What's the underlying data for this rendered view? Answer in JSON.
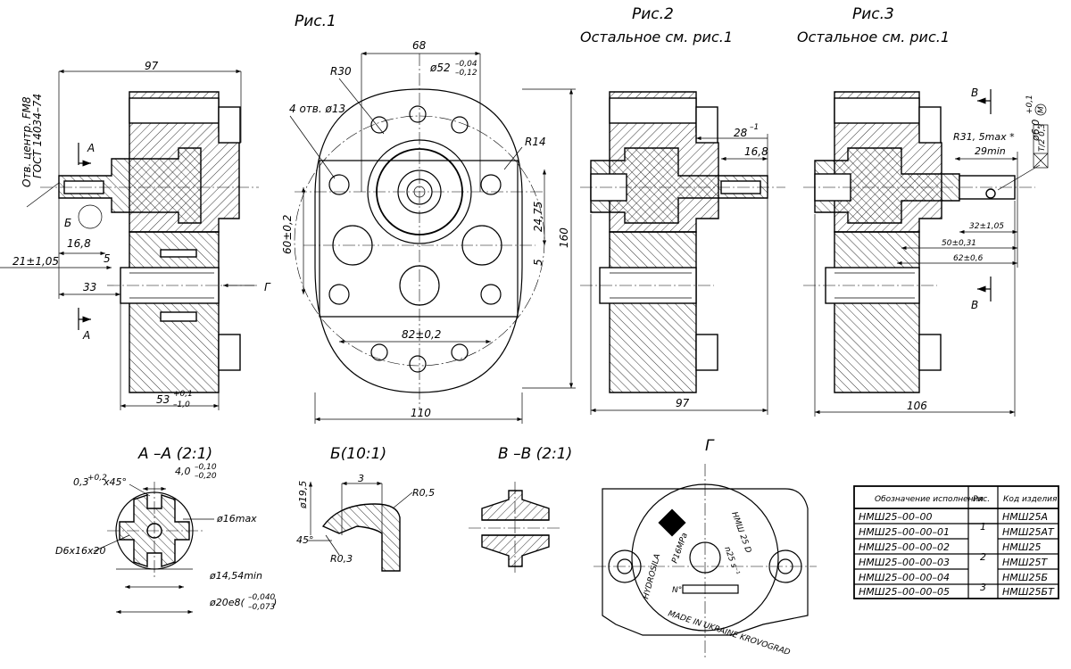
{
  "views": {
    "fig1": "Рис.1",
    "fig2": "Рис.2",
    "fig2_note": "Остальное см. рис.1",
    "fig3": "Рис.3",
    "fig3_note": "Остальное см. рис.1",
    "section_aa": "А –А (2:1)",
    "detail_b": "Б(10:1)",
    "section_vv": "В –В (2:1)",
    "view_g": "Г"
  },
  "left_view": {
    "width_97": "97",
    "note_line1": "Отв. центр. FМ8",
    "note_line2": "ГОСТ 14034–74",
    "mark_a_top": "А",
    "mark_a_bottom": "А",
    "mark_b": "Б",
    "d_16_8": "16,8",
    "d_21": "21±1,05",
    "d_5": "5",
    "d_33": "33",
    "arrow_g": "Г",
    "d_53": "53",
    "d_53_tol_up": "+0,1",
    "d_53_tol_low": "–1,0"
  },
  "front_view": {
    "d_68": "68",
    "r30": "R30",
    "d_52": "ø52",
    "d_52_tol_up": "–0,04",
    "d_52_tol_low": "–0,12",
    "holes": "4 отв. ø13",
    "r14": "R14",
    "d_60": "60±0,2",
    "d_24_75": "24,75",
    "d_5": "5",
    "d_160": "160",
    "d_82": "82±0,2",
    "d_110": "110"
  },
  "fig2_view": {
    "d_28": "28",
    "d_28_tol": "–1",
    "d_16_8": "16,8",
    "d_97": "97"
  },
  "fig3_view": {
    "mark_v_top": "В",
    "mark_v_bottom": "В",
    "r31": "R31, 5max *",
    "d_29": "29min",
    "d_6": "ø6,0",
    "d_6_tol": "+0,1",
    "tol_frame": "T/2 0,3",
    "tol_m": "M",
    "d_32": "32±1,05",
    "d_50": "50±0,31",
    "d_62": "62±0,6",
    "d_106": "106"
  },
  "section_aa_dims": {
    "chamfer": "0,3",
    "chamfer_tol": "+0,2",
    "chamfer_angle": "x45°",
    "d_4": "4,0",
    "d_4_tol_up": "–0,10",
    "d_4_tol_low": "–0,20",
    "spline": "D6x16x20",
    "d_16max": "ø16max",
    "d_14_54": "ø14,54min",
    "d_20": "ø20e8(",
    "d_20_tol_up": "–0,040",
    "d_20_tol_low": "–0,073",
    "d_20_close": ")"
  },
  "detail_b_dims": {
    "d_3": "3",
    "r05": "R0,5",
    "d_19_5": "ø19,5",
    "angle": "45°",
    "r03": "R0,3"
  },
  "plate": {
    "brand": "HYDROSILA",
    "model": "НМШ 25 D",
    "pressure": "P16МPa",
    "speed": "n25 s⁻¹",
    "made": "MADE IN UKRAINE KROVOGRAD",
    "n": "N°"
  },
  "table": {
    "headers": [
      "Обозначение исполнения",
      "Рис.",
      "Код изделия"
    ],
    "rows": [
      {
        "designation": "НМШ25–00–00",
        "fig": "1",
        "code": "НМШ25А"
      },
      {
        "designation": "НМШ25–00–00–01",
        "fig": "",
        "code": "НМШ25АТ"
      },
      {
        "designation": "НМШ25–00–00–02",
        "fig": "2",
        "code": "НМШ25"
      },
      {
        "designation": "НМШ25–00–00–03",
        "fig": "",
        "code": "НМШ25Т"
      },
      {
        "designation": "НМШ25–00–00–04",
        "fig": "3",
        "code": "НМШ25Б"
      },
      {
        "designation": "НМШ25–00–00–05",
        "fig": "",
        "code": "НМШ25БТ"
      }
    ]
  }
}
